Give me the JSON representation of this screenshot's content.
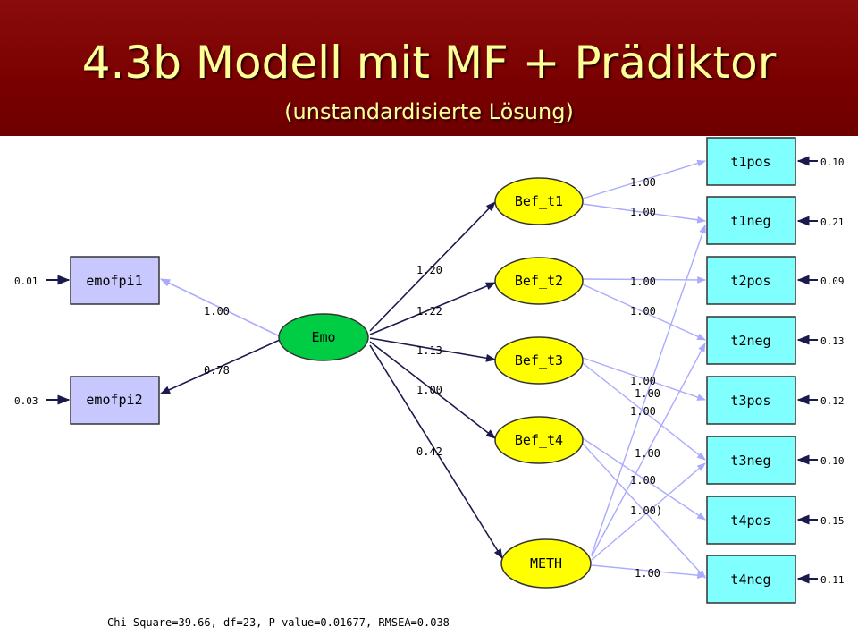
{
  "slide": {
    "title": "4.3b Modell mit MF + Prädiktor",
    "subtitle": "(unstandardisierte Lösung)"
  },
  "colors": {
    "header_bg": "#7a0000",
    "title_text": "#ffff99",
    "latent_emo": "#00cc44",
    "latent_other": "#ffff00",
    "observed_pred": "#c8c8ff",
    "observed_out": "#80ffff",
    "path_dark": "#1a1a4e",
    "path_light": "#aaaaff"
  },
  "nodes": {
    "emofpi1": "emofpi1",
    "emofpi2": "emofpi2",
    "emo": "Emo",
    "bef_t1": "Bef_t1",
    "bef_t2": "Bef_t2",
    "bef_t3": "Bef_t3",
    "bef_t4": "Bef_t4",
    "meth": "METH",
    "t1pos": "t1pos",
    "t1neg": "t1neg",
    "t2pos": "t2pos",
    "t2neg": "t2neg",
    "t3pos": "t3pos",
    "t3neg": "t3neg",
    "t4pos": "t4pos",
    "t4neg": "t4neg"
  },
  "errors": {
    "emofpi1": "0.01",
    "emofpi2": "0.03",
    "t1pos": "0.10",
    "t1neg": "0.21",
    "t2pos": "0.09",
    "t2neg": "0.13",
    "t3pos": "0.12",
    "t3neg": "0.10",
    "t4pos": "0.15",
    "t4neg": "0.11"
  },
  "loadings": {
    "emo_emofpi1": "1.00",
    "emo_emofpi2": "0.78",
    "emo_bef_t1": "1.20",
    "emo_bef_t2": "1.22",
    "emo_bef_t3": "1.13",
    "emo_bef_t4": "1.00",
    "emo_meth": "0.42",
    "bef_t1_t1pos": "1.00",
    "bef_t1_t1neg": "1.00",
    "bef_t2_t2pos": "1.00",
    "bef_t2_t2neg": "1.00",
    "bef_t3_a": "1.00",
    "bef_t3_b": "1.00",
    "bef_t4_a": "1.00",
    "meth_a": "1.00",
    "meth_b": "1.00",
    "meth_c": "1.00)",
    "meth_t4neg": "1.00"
  },
  "fit": "Chi-Square=39.66, df=23, P-value=0.01677, RMSEA=0.038"
}
